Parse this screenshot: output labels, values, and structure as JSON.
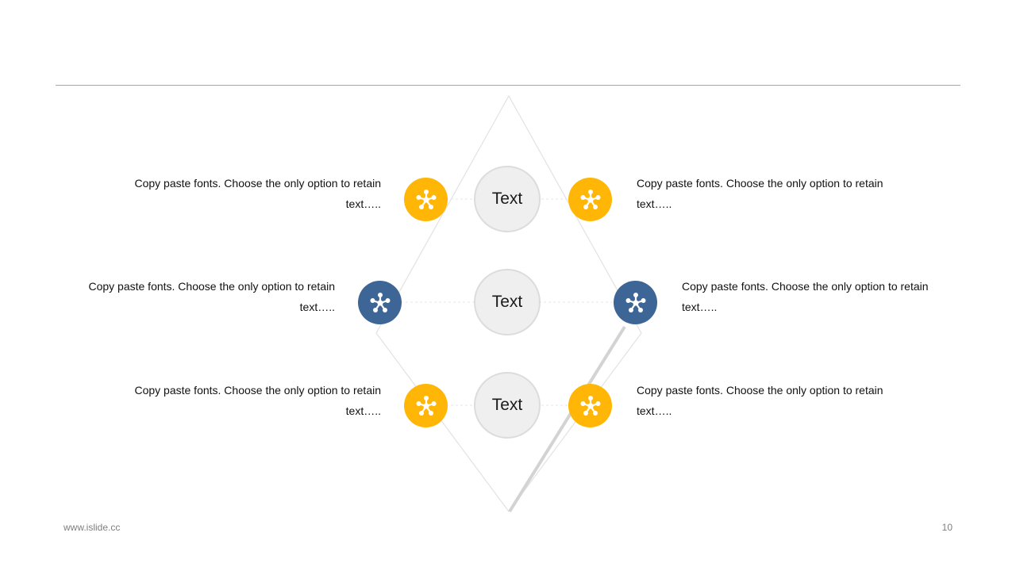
{
  "diagram": {
    "center_nodes": [
      {
        "label": "Text"
      },
      {
        "label": "Text"
      },
      {
        "label": "Text"
      }
    ],
    "items": [
      {
        "text": "Copy paste fonts. Choose the only option to retain text…..",
        "icon": "network-nodes-icon",
        "color": "#FFB606"
      },
      {
        "text": "Copy paste fonts. Choose the only option to retain text…..",
        "icon": "network-nodes-icon",
        "color": "#FFB606"
      },
      {
        "text": "Copy paste fonts. Choose the only option to retain text…..",
        "icon": "network-nodes-icon",
        "color": "#3D6696"
      },
      {
        "text": "Copy paste fonts. Choose the only option to retain text…..",
        "icon": "network-nodes-icon",
        "color": "#3D6696"
      },
      {
        "text": "Copy paste fonts. Choose the only option to retain text…..",
        "icon": "network-nodes-icon",
        "color": "#FFB606"
      },
      {
        "text": "Copy paste fonts. Choose the only option to retain text…..",
        "icon": "network-nodes-icon",
        "color": "#FFB606"
      }
    ]
  },
  "footer": {
    "url": "www.islide.cc",
    "page_number": "10"
  }
}
